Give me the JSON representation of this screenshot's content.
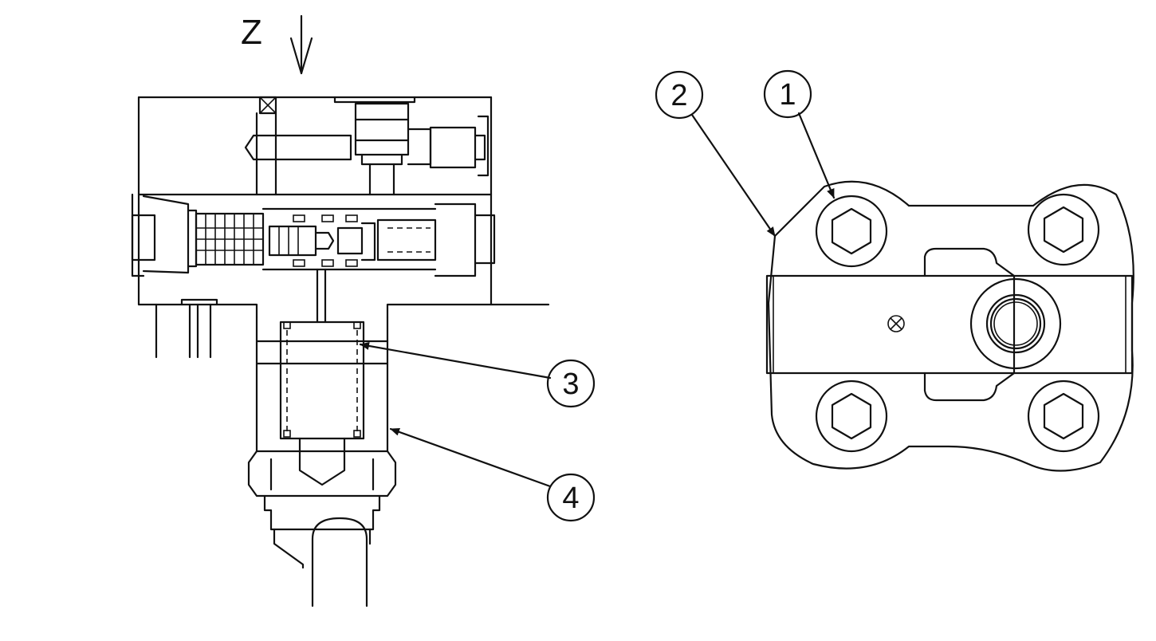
{
  "view_label": "Z",
  "callouts": [
    {
      "id": "1",
      "label": "1"
    },
    {
      "id": "2",
      "label": "2"
    },
    {
      "id": "3",
      "label": "3"
    },
    {
      "id": "4",
      "label": "4"
    }
  ],
  "colors": {
    "line": "#111111",
    "background": "#ffffff"
  }
}
